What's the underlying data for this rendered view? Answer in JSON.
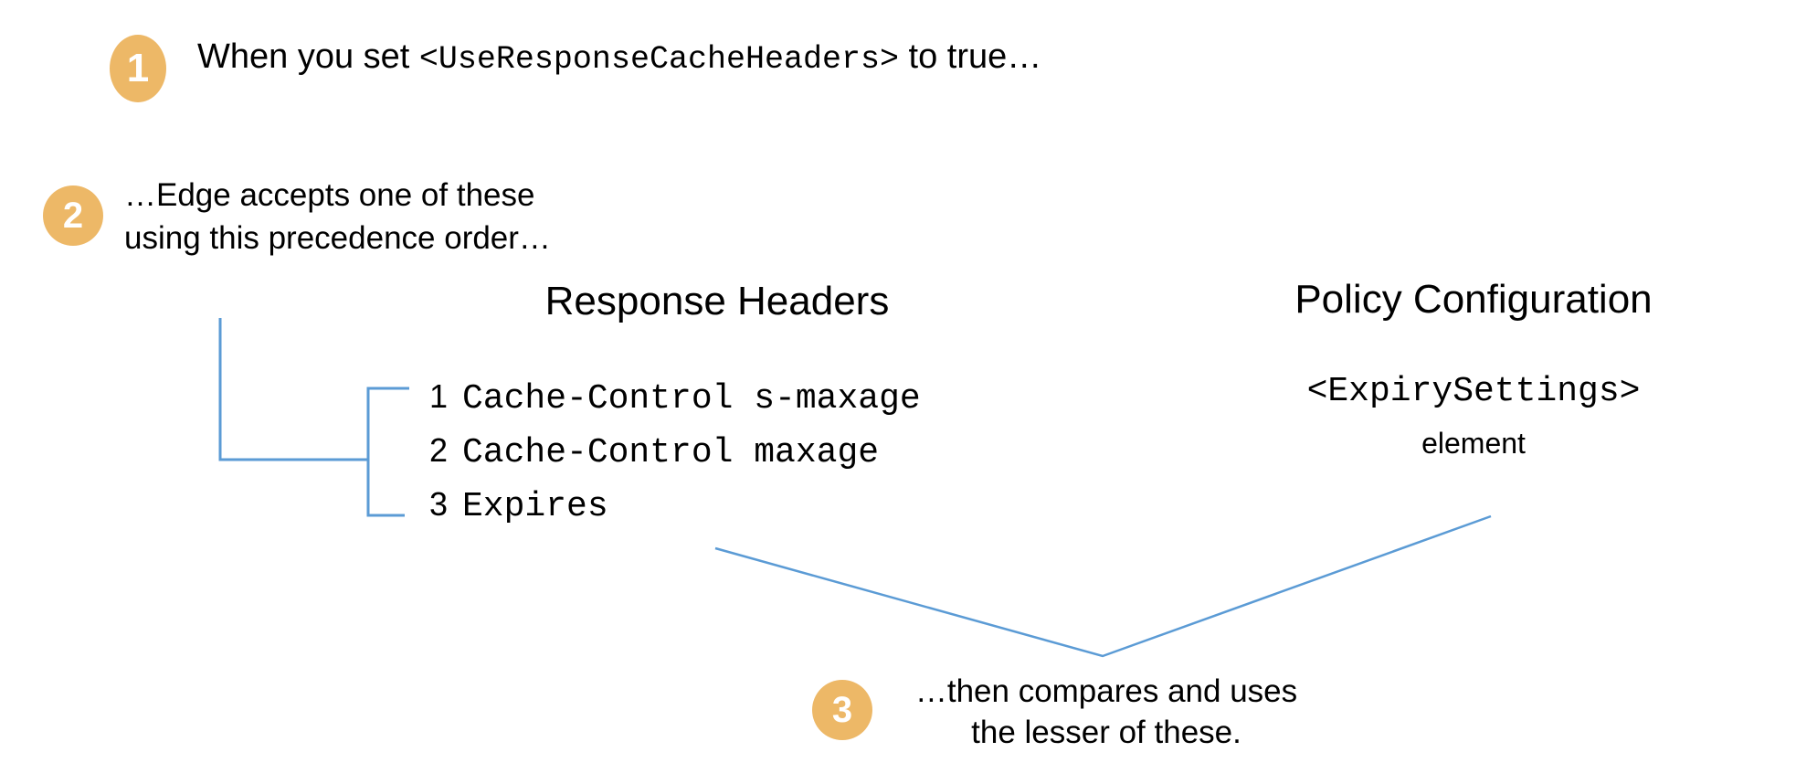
{
  "diagram": {
    "accent_color": "#edb867",
    "connector_color": "#5b9bd5",
    "text_color": "#000000",
    "background": "#ffffff"
  },
  "steps": [
    {
      "badge": "1",
      "text_before": "When you set ",
      "code": "<UseResponseCacheHeaders>",
      "text_after": " to true…"
    },
    {
      "badge": "2",
      "text": "…Edge accepts one of these using this precedence order…"
    },
    {
      "badge": "3",
      "line1": "…then compares and uses",
      "line2": "the lesser of these."
    }
  ],
  "columns": {
    "response_headers": {
      "heading": "Response Headers",
      "items": [
        {
          "rank": "1",
          "value": "Cache-Control s-maxage"
        },
        {
          "rank": "2",
          "value": "Cache-Control maxage"
        },
        {
          "rank": "3",
          "value": "Expires"
        }
      ]
    },
    "policy_configuration": {
      "heading": "Policy Configuration",
      "element_name": "<ExpirySettings>",
      "element_word": "element"
    }
  }
}
